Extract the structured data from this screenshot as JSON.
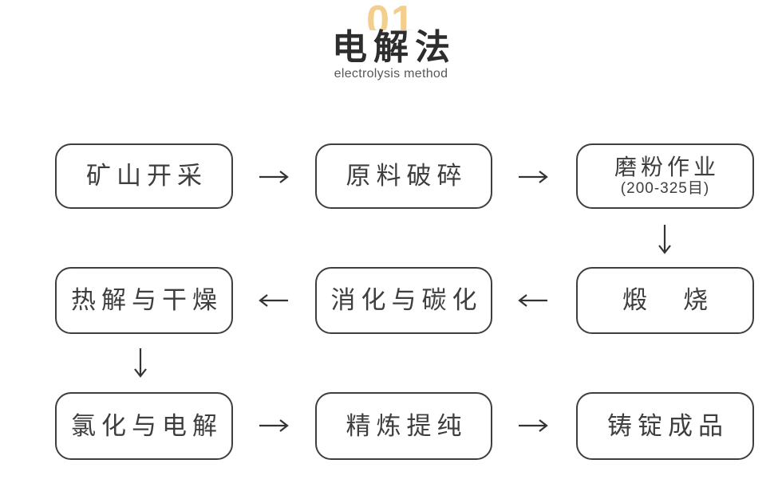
{
  "header": {
    "section_number": "01",
    "title": "电解法",
    "subtitle": "electrolysis method"
  },
  "colors": {
    "accent_number": "#F4CE8C",
    "title_text": "#2D2D2D",
    "subtitle_text": "#575757",
    "box_border_and_text": "#3E3E3E",
    "arrow": "#333333",
    "background": "#FFFFFF"
  },
  "flow": {
    "nodes": [
      {
        "id": "mining-extraction",
        "label": "矿山开采"
      },
      {
        "id": "raw-material-crushing",
        "label": "原料破碎"
      },
      {
        "id": "milling",
        "label": "磨粉作业",
        "sublabel": "(200-325目)"
      },
      {
        "id": "calcination",
        "label": "煅　烧"
      },
      {
        "id": "digestion-carbonization",
        "label": "消化与碳化"
      },
      {
        "id": "pyrolysis-drying",
        "label": "热解与干燥"
      },
      {
        "id": "chlorination-electrolysis",
        "label": "氯化与电解"
      },
      {
        "id": "refining-purification",
        "label": "精炼提纯"
      },
      {
        "id": "ingot-casting",
        "label": "铸锭成品"
      }
    ],
    "arrows": [
      {
        "direction": "right",
        "from": "矿山开采",
        "to": "原料破碎"
      },
      {
        "direction": "right",
        "from": "原料破碎",
        "to": "磨粉作业"
      },
      {
        "direction": "down",
        "from": "磨粉作业",
        "to": "煅烧"
      },
      {
        "direction": "left",
        "from": "煅烧",
        "to": "消化与碳化"
      },
      {
        "direction": "left",
        "from": "消化与碳化",
        "to": "热解与干燥"
      },
      {
        "direction": "down",
        "from": "热解与干燥",
        "to": "氯化与电解"
      },
      {
        "direction": "right",
        "from": "氯化与电解",
        "to": "精炼提纯"
      },
      {
        "direction": "right",
        "from": "精炼提纯",
        "to": "铸锭成品"
      }
    ]
  }
}
